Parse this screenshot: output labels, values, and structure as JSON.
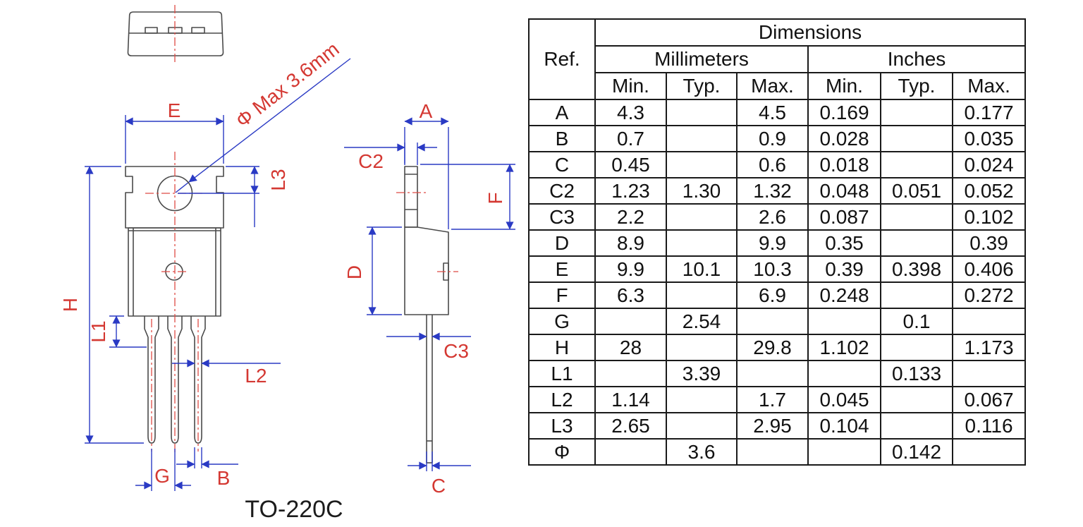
{
  "caption": "TO-220C",
  "hole_note": "Φ Max 3.6mm",
  "labels": {
    "E": "E",
    "L3": "L3",
    "H": "H",
    "L1": "L1",
    "L2": "L2",
    "G": "G",
    "B": "B",
    "A": "A",
    "C2": "C2",
    "F": "F",
    "D": "D",
    "C3": "C3",
    "C": "C"
  },
  "colors": {
    "dimension_blue": "#2a3ac4",
    "label_red": "#d43832",
    "centerline_red": "#de4b44",
    "outline_gray": "#4a4a4a",
    "table_border": "#1a1a1a"
  },
  "table": {
    "title": "Dimensions",
    "ref_header": "Ref.",
    "groups": [
      {
        "label": "Millimeters"
      },
      {
        "label": "Inches"
      }
    ],
    "sub_headers": [
      "Min.",
      "Typ.",
      "Max."
    ],
    "rows": [
      {
        "ref": "A",
        "values": [
          "4.3",
          "",
          "4.5",
          "0.169",
          "",
          "0.177"
        ]
      },
      {
        "ref": "B",
        "values": [
          "0.7",
          "",
          "0.9",
          "0.028",
          "",
          "0.035"
        ]
      },
      {
        "ref": "C",
        "values": [
          "0.45",
          "",
          "0.6",
          "0.018",
          "",
          "0.024"
        ]
      },
      {
        "ref": "C2",
        "values": [
          "1.23",
          "1.30",
          "1.32",
          "0.048",
          "0.051",
          "0.052"
        ]
      },
      {
        "ref": "C3",
        "values": [
          "2.2",
          "",
          "2.6",
          "0.087",
          "",
          "0.102"
        ]
      },
      {
        "ref": "D",
        "values": [
          "8.9",
          "",
          "9.9",
          "0.35",
          "",
          "0.39"
        ]
      },
      {
        "ref": "E",
        "values": [
          "9.9",
          "10.1",
          "10.3",
          "0.39",
          "0.398",
          "0.406"
        ]
      },
      {
        "ref": "F",
        "values": [
          "6.3",
          "",
          "6.9",
          "0.248",
          "",
          "0.272"
        ]
      },
      {
        "ref": "G",
        "values": [
          "",
          "2.54",
          "",
          "",
          "0.1",
          ""
        ]
      },
      {
        "ref": "H",
        "values": [
          "28",
          "",
          "29.8",
          "1.102",
          "",
          "1.173"
        ]
      },
      {
        "ref": "L1",
        "values": [
          "",
          "3.39",
          "",
          "",
          "0.133",
          ""
        ]
      },
      {
        "ref": "L2",
        "values": [
          "1.14",
          "",
          "1.7",
          "0.045",
          "",
          "0.067"
        ]
      },
      {
        "ref": "L3",
        "values": [
          "2.65",
          "",
          "2.95",
          "0.104",
          "",
          "0.116"
        ]
      },
      {
        "ref": "Φ",
        "values": [
          "",
          "3.6",
          "",
          "",
          "0.142",
          ""
        ]
      }
    ]
  }
}
